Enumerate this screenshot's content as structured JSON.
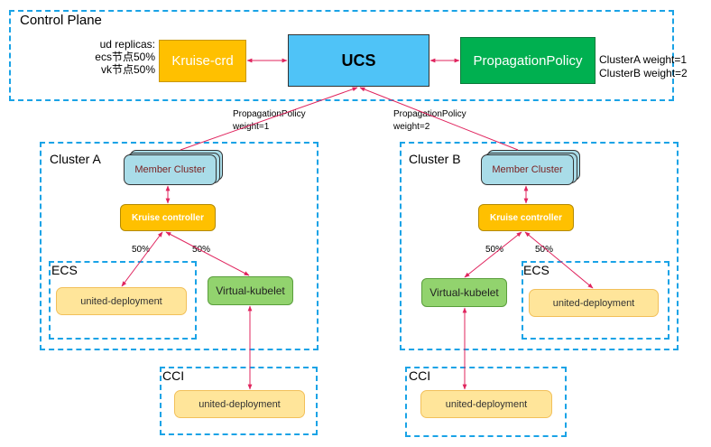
{
  "control_plane": {
    "title": "Control Plane",
    "ud_replicas": {
      "line1": "ud replicas:",
      "line2": "ecs节点50%",
      "line3": "vk节点50%"
    },
    "kruise_crd": "Kruise-crd",
    "ucs": "UCS",
    "propagation_policy": "PropagationPolicy",
    "weights": {
      "line1": "ClusterA weight=1",
      "line2": "ClusterB weight=2"
    }
  },
  "edges": {
    "policy_a": {
      "line1": "PropagationPolicy",
      "line2": "weight=1"
    },
    "policy_b": {
      "line1": "PropagationPolicy",
      "line2": "weight=2"
    }
  },
  "cluster_a": {
    "title": "Cluster A",
    "member_cluster": "Member Cluster",
    "kruise_controller": "Kruise controller",
    "pct_left": "50%",
    "pct_right": "50%",
    "ecs_title": "ECS",
    "ecs_ud": "united-deployment",
    "virtual_kubelet": "Virtual-kubelet"
  },
  "cluster_b": {
    "title": "Cluster B",
    "member_cluster": "Member Cluster",
    "kruise_controller": "Kruise controller",
    "pct_left": "50%",
    "pct_right": "50%",
    "ecs_title": "ECS",
    "ecs_ud": "united-deployment",
    "virtual_kubelet": "Virtual-kubelet"
  },
  "cci_a": {
    "title": "CCI",
    "ud": "united-deployment"
  },
  "cci_b": {
    "title": "CCI",
    "ud": "united-deployment"
  },
  "colors": {
    "dashed_border": "#1aa3e6",
    "arrow": "#e0245e",
    "ucs": "#4fc3f7",
    "kruise_crd": "#ffc000",
    "propagation_policy": "#00b050",
    "member_cluster": "#a9dce8",
    "kruise_controller": "#ffc000",
    "virtual_kubelet": "#92d36e",
    "united_deployment": "#ffe59a"
  }
}
